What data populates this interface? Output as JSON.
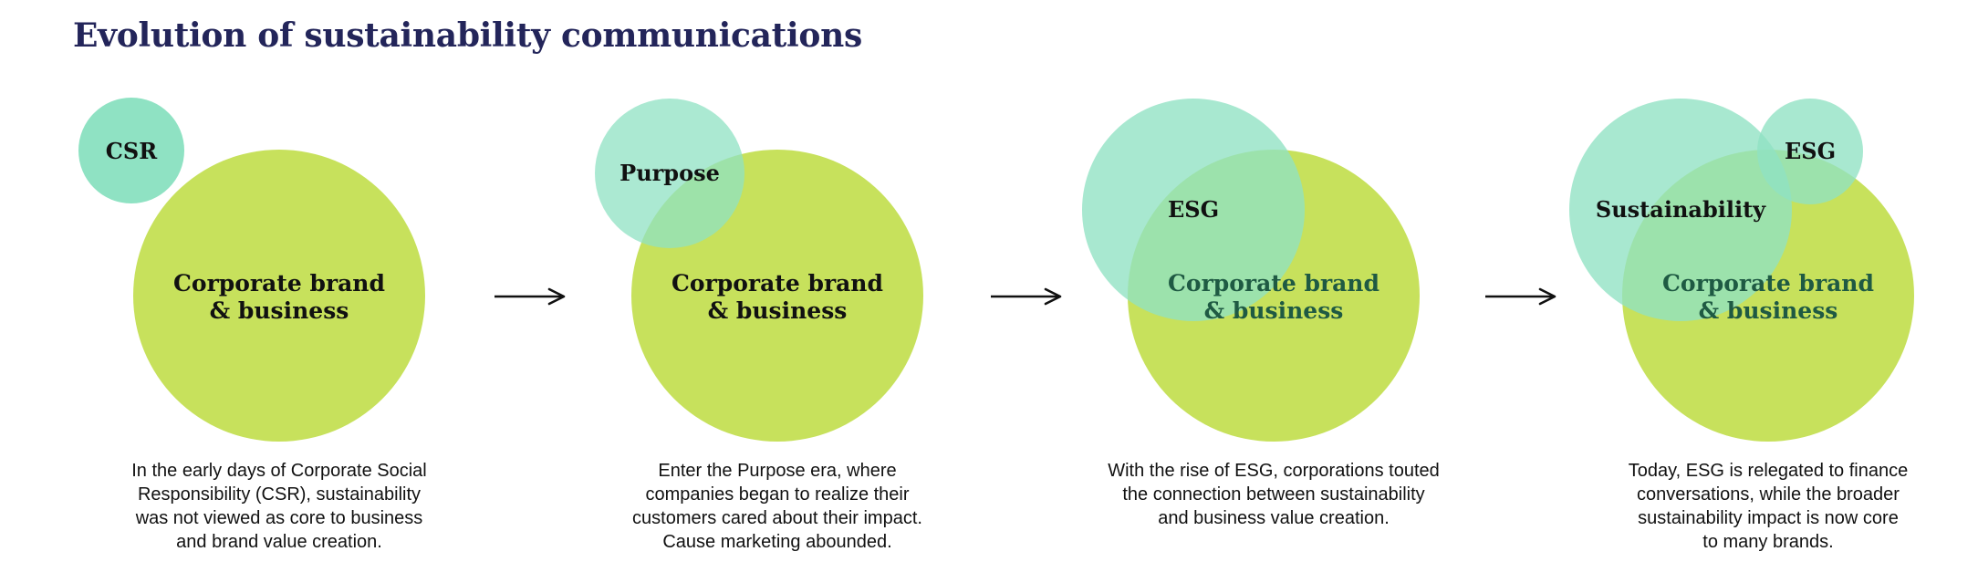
{
  "title": "Evolution of sustainability communications",
  "colors": {
    "title": "#23255a",
    "brand_circle": "#c7e15c",
    "topic_circle": "#8fe2c3",
    "arrow": "#111111",
    "text": "#111111"
  },
  "stages": [
    {
      "core_label": [
        "Corporate brand",
        "& business"
      ],
      "topics": [
        "CSR"
      ],
      "caption": [
        "In the early days of Corporate Social",
        "Responsibility (CSR), sustainability",
        "was not viewed as core to business",
        "and brand value creation."
      ]
    },
    {
      "core_label": [
        "Corporate brand",
        "& business"
      ],
      "topics": [
        "Purpose"
      ],
      "caption": [
        "Enter the Purpose era, where",
        "companies began to realize their",
        "customers cared about their impact.",
        "Cause marketing abounded."
      ]
    },
    {
      "core_label": [
        "Corporate brand",
        "& business"
      ],
      "topics": [
        "ESG"
      ],
      "caption": [
        "With the rise of ESG, corporations touted",
        "the connection between sustainability",
        "and business value creation."
      ]
    },
    {
      "core_label": [
        "Corporate brand",
        "& business"
      ],
      "topics": [
        "Sustainability",
        "ESG"
      ],
      "caption": [
        "Today, ESG is relegated to finance",
        "conversations, while the broader",
        "sustainability impact is now core",
        "to many brands."
      ]
    }
  ],
  "arrow_icon": "arrow-right-icon"
}
